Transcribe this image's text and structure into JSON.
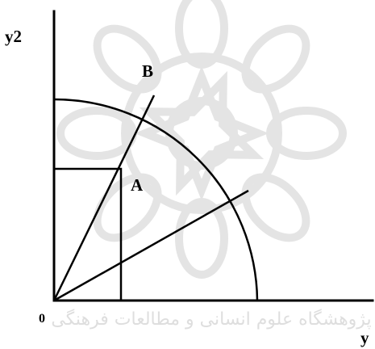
{
  "figure": {
    "labels": {
      "y_axis": "y2",
      "x_axis": "y",
      "origin": "0",
      "point_a": "A",
      "point_b": "B"
    },
    "watermark": {
      "text": "پژوهشگاه علوم انسانی و مطالعات فرهنگی",
      "icon": "islamic-star-rosette-icon"
    },
    "colors": {
      "ink": "#000000",
      "watermark": "#d6d6d6",
      "background": "#ffffff"
    }
  }
}
